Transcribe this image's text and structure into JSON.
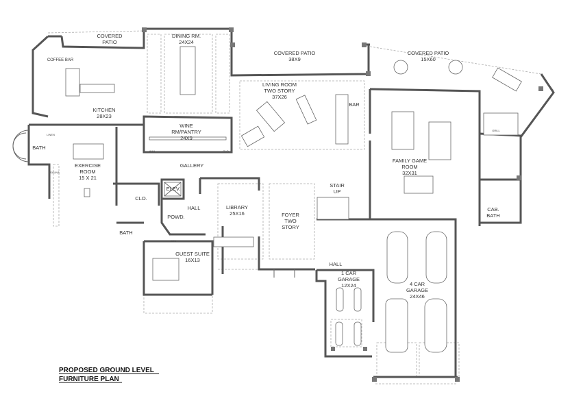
{
  "title": {
    "line1": "PROPOSED GROUND LEVEL",
    "line2": "FURNITURE PLAN"
  },
  "rooms": {
    "covered_patio_west": {
      "name": "COVERED",
      "name2": "PATIO"
    },
    "coffee_bar": {
      "name": "COFFEE BAR"
    },
    "kitchen": {
      "name": "KITCHEN",
      "size": "28X23"
    },
    "dining": {
      "name": "DINING RM.",
      "size": "24X24"
    },
    "wine": {
      "name": "WINE",
      "name2": "RM/PANTRY",
      "size": "24X9"
    },
    "covered_patio_center": {
      "name": "COVERED PATIO",
      "size": "38X9"
    },
    "living": {
      "name": "LIVING ROOM",
      "name2": "TWO STORY",
      "size": "37X26"
    },
    "bar": {
      "name": "BAR"
    },
    "covered_patio_east": {
      "name": "COVERED PATIO",
      "size": "15X60"
    },
    "family": {
      "name": "FAMILY GAME",
      "name2": "ROOM",
      "size": "32X31"
    },
    "bath_west": {
      "name": "BATH"
    },
    "exercise": {
      "name": "EXERCISE",
      "name2": "ROOM",
      "size": "15 X 21"
    },
    "gallery": {
      "name": "GALLERY"
    },
    "elevator": {
      "name": "ELEV."
    },
    "closet": {
      "name": "CLO."
    },
    "hall_center": {
      "name": "HALL"
    },
    "powder": {
      "name": "POWD."
    },
    "bath_guest": {
      "name": "BATH"
    },
    "library": {
      "name": "LIBRARY",
      "size": "25X16"
    },
    "foyer": {
      "name": "FOYER",
      "name2": "TWO",
      "name3": "STORY"
    },
    "stair": {
      "name": "STAIR",
      "name2": "UP"
    },
    "guest_suite": {
      "name": "GUEST SUITE",
      "size": "16X13"
    },
    "hall_garage": {
      "name": "HALL"
    },
    "garage_1": {
      "name": "1 CAR",
      "name2": "GARAGE",
      "size": "12X24"
    },
    "garage_4": {
      "name": "4 CAR",
      "name2": "GARAGE",
      "size": "24X46"
    },
    "cabana_bath": {
      "name": "CAB.",
      "name2": "BATH"
    }
  },
  "small_labels": {
    "linen": "LINEN",
    "sauna": "SAUNA",
    "ahu1": "AHU",
    "clo1": "CLO.",
    "ahu2": "AHU",
    "grill": "GRILL"
  }
}
